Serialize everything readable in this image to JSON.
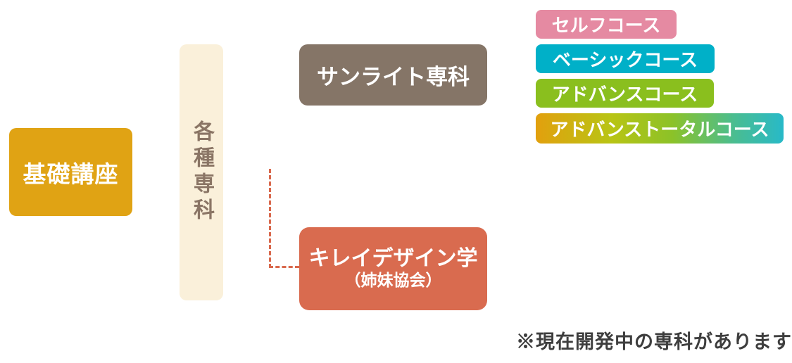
{
  "base_course": {
    "label": "基礎講座",
    "bg": "#e0a314",
    "text_color": "#ffffff"
  },
  "specialty_column": {
    "label": "各種専科",
    "bg": "#faf0da",
    "text_color": "#8a7565"
  },
  "sunlight_box": {
    "label": "サンライト専科",
    "bg": "#857567",
    "text_color": "#ffffff"
  },
  "kirei_box": {
    "label": "キレイデザイン学",
    "sublabel": "（姉妹協会）",
    "bg": "#d96b4f",
    "text_color": "#ffffff"
  },
  "connector": {
    "color": "#d9694d",
    "style": "dashed"
  },
  "courses": [
    {
      "label": "セルフコース",
      "bg": "#e58aa2"
    },
    {
      "label": "ベーシックコース",
      "bg": "#00b0c8"
    },
    {
      "label": "アドバンスコース",
      "bg": "#8abf1e"
    },
    {
      "label": "アドバンストータルコース",
      "bg": "linear-gradient(90deg, #e2a00e 0%, #b9c414 30%, #8cc228 55%, #4abd90 80%, #28b9c8 100%)",
      "gradient_colors": [
        "#e2a00e",
        "#b9c414",
        "#8cc228",
        "#4abd90",
        "#28b9c8"
      ]
    }
  ],
  "note": {
    "text": "※現在開発中の専科があります",
    "color": "#3e3e3e"
  }
}
